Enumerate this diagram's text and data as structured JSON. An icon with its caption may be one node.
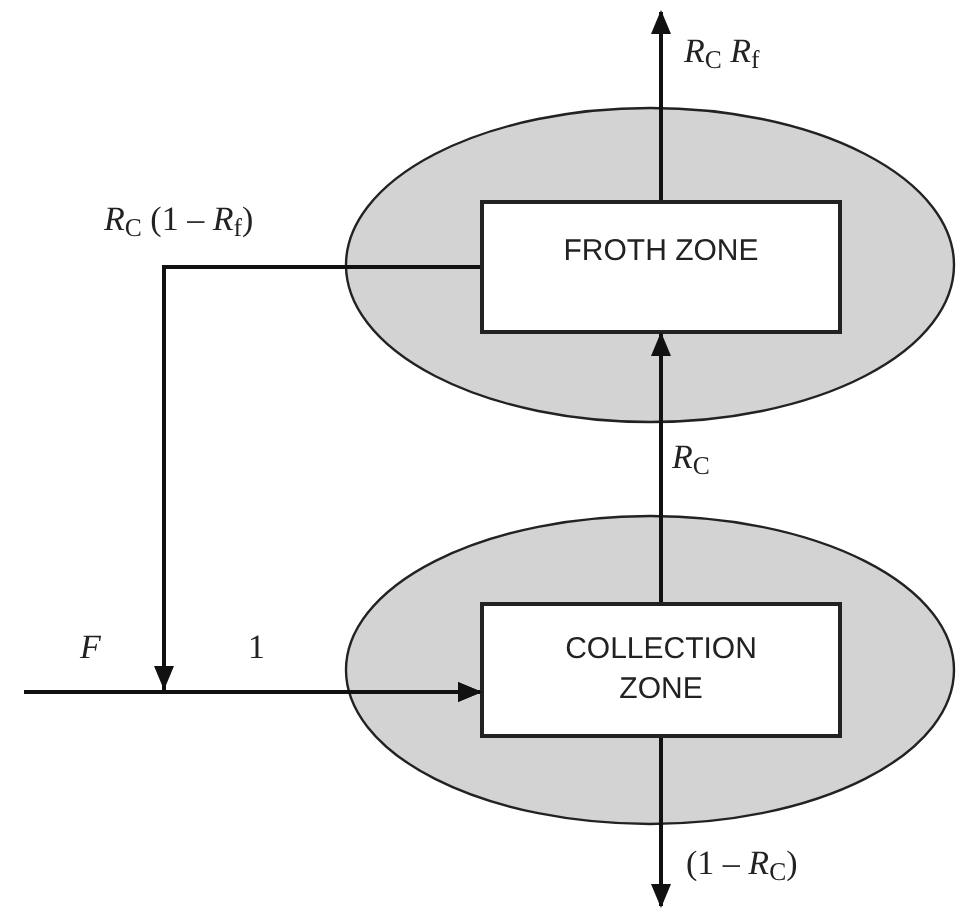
{
  "diagram": {
    "nodes": [
      {
        "text": [],
        "shape": "ellipse"
      },
      {
        "text": [
          "FROTH ZONE"
        ],
        "in": 0
      },
      {
        "text": [],
        "shape": "ellipse"
      },
      {
        "text": [
          "COLLECTION ZONE"
        ],
        "in": 2
      }
    ],
    "edges": [
      {
        "from": 3,
        "to": 1,
        "arrow": "to",
        "label": "*R*$_{C}$"
      },
      {
        "from": 1,
        "to": null,
        "arrow": "to",
        "label": "*R*$_{C}$ *R*$_{f}$"
      },
      {
        "from": 1,
        "to": 3,
        "arrow": "to",
        "label": "*R*$_{C}$ (1 – *R*$_{f}$)"
      },
      {
        "from": null,
        "to": 3,
        "arrow": "to",
        "label": "*F*"
      },
      {
        "from": 3,
        "to": null,
        "arrow": "to",
        "label": "(1 – *R*$_{C}$)"
      }
    ],
    "labels": [
      "1"
    ]
  }
}
